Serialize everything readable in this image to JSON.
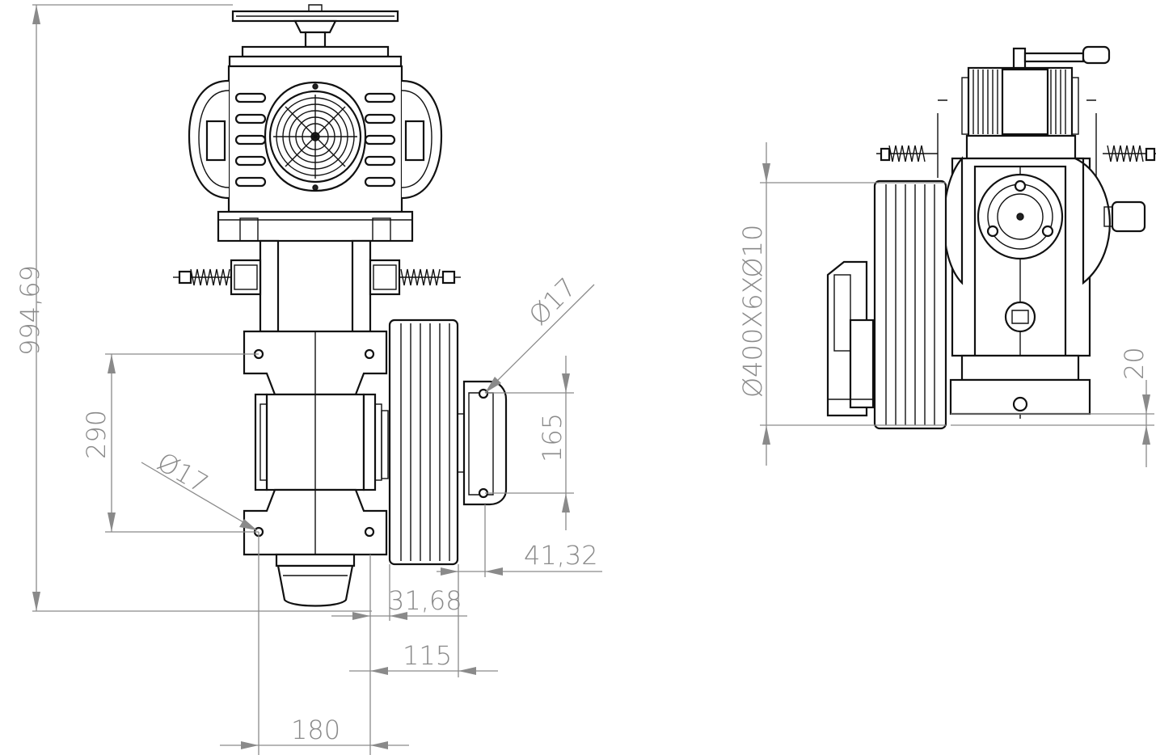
{
  "dimensions": {
    "total_height": "994,69",
    "mount_spacing": "290",
    "hole_left": "Ø17",
    "hole_right": "Ø17",
    "bracket_spacing": "165",
    "bracket_offset": "41,32",
    "pulley_offset": "31,68",
    "pulley_to_axis": "115",
    "foot_width": "180",
    "pulley_spec": "Ø400X6XØ10",
    "base_height": "20"
  },
  "colors": {
    "dimension": "#8a8a8a",
    "outline": "#111111",
    "background": "#ffffff"
  }
}
